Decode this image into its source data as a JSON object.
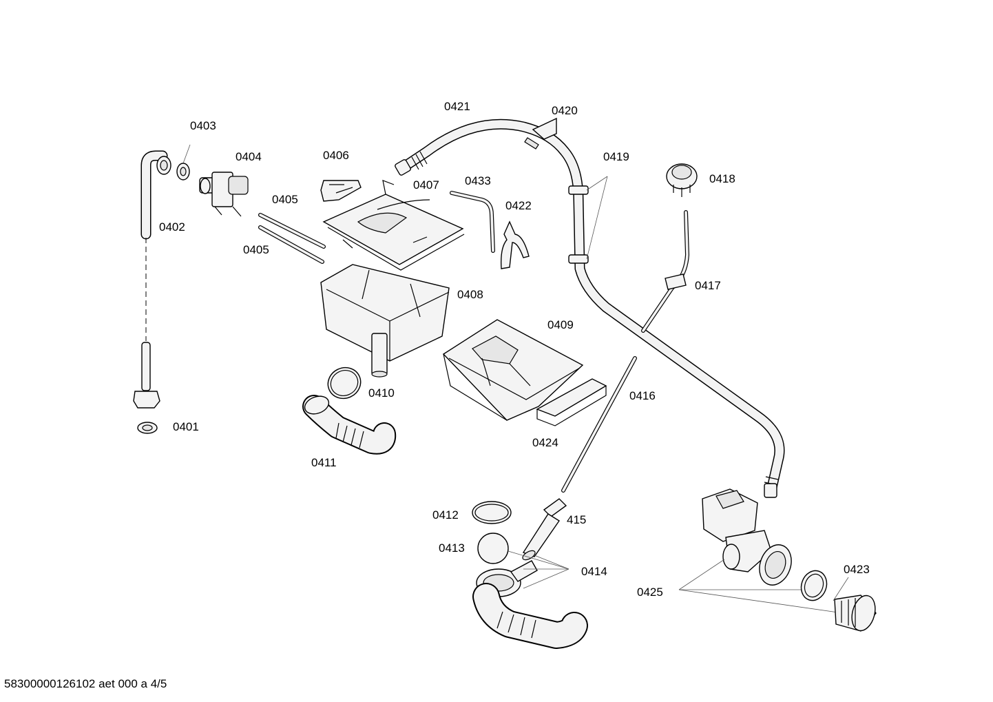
{
  "labels": {
    "p0401": "0401",
    "p0402": "0402",
    "p0403": "0403",
    "p0404": "0404",
    "p0405a": "0405",
    "p0405b": "0405",
    "p0406": "0406",
    "p0407": "0407",
    "p0408": "0408",
    "p0409": "0409",
    "p0410": "0410",
    "p0411": "0411",
    "p0412": "0412",
    "p0413": "0413",
    "p0414": "0414",
    "p415": "415",
    "p0416": "0416",
    "p0417": "0417",
    "p0418": "0418",
    "p0419": "0419",
    "p0420": "0420",
    "p0421": "0421",
    "p0422": "0422",
    "p0423": "0423",
    "p0424": "0424",
    "p0425": "0425",
    "p0433": "0433"
  },
  "footer": "58300000126102 aet 000 a 4/5"
}
